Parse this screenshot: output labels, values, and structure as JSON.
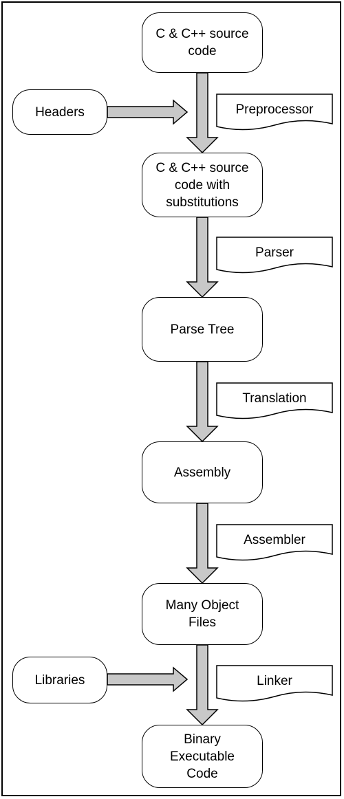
{
  "nodes": {
    "source": "C & C++ source code",
    "substituted": "C & C++ source code with substitutions",
    "parse_tree": "Parse Tree",
    "assembly": "Assembly",
    "object_files": "Many Object Files",
    "binary": "Binary Executable Code",
    "headers": "Headers",
    "libraries": "Libraries"
  },
  "stages": {
    "preprocessor": "Preprocessor",
    "parser": "Parser",
    "translation": "Translation",
    "assembler": "Assembler",
    "linker": "Linker"
  },
  "colors": {
    "arrow_fill": "#c8c8c8",
    "stroke": "#000000",
    "background": "#ffffff"
  }
}
